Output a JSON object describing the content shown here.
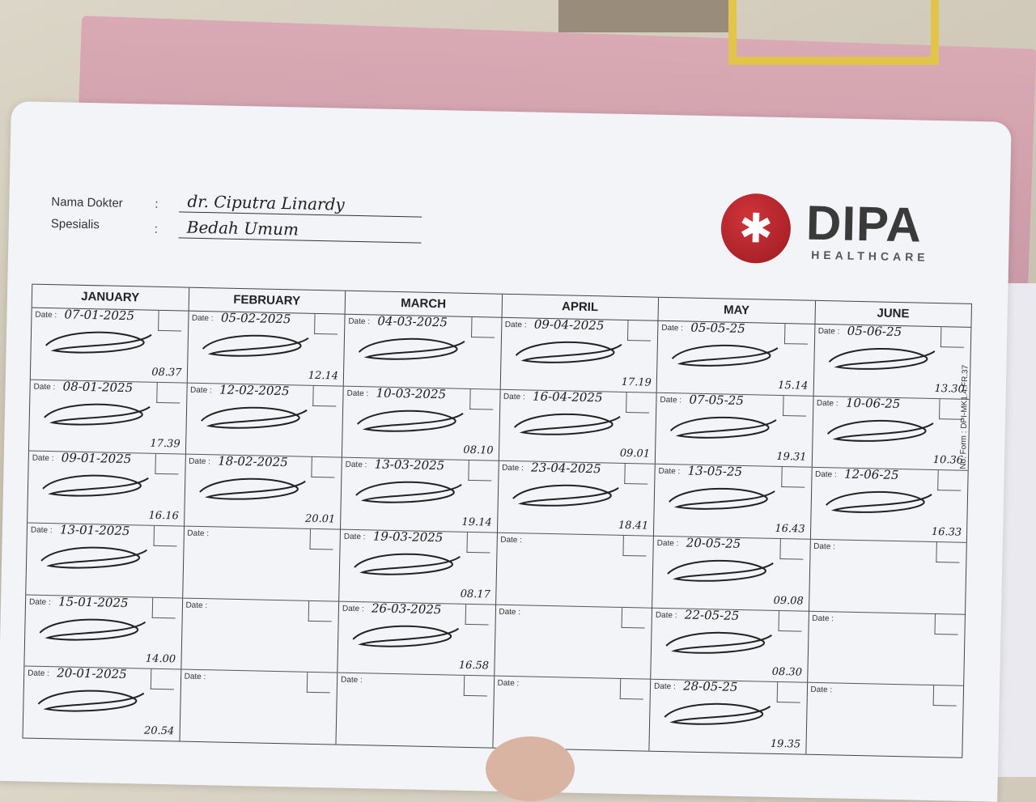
{
  "header": {
    "doctor_label": "Nama Dokter",
    "doctor_colon": ":",
    "doctor_name": "dr. Ciputra Linardy",
    "specialist_label": "Spesialis",
    "specialist_colon": ":",
    "specialist_value": "Bedah Umum"
  },
  "logo": {
    "name": "DIPA",
    "subtitle": "HEALTHCARE"
  },
  "form_number": "No. Form : DPI-MK1.4.FR.37",
  "date_label": "Date :",
  "months": [
    {
      "name": "JANUARY",
      "slots": [
        {
          "date": "07-01-2025",
          "time": "08.37",
          "signed": true
        },
        {
          "date": "08-01-2025",
          "time": "17.39",
          "signed": true
        },
        {
          "date": "09-01-2025",
          "time": "16.16",
          "signed": true
        },
        {
          "date": "13-01-2025",
          "time": "",
          "signed": true
        },
        {
          "date": "15-01-2025",
          "time": "14.00",
          "signed": true
        },
        {
          "date": "20-01-2025",
          "time": "20.54",
          "signed": true
        }
      ]
    },
    {
      "name": "FEBRUARY",
      "slots": [
        {
          "date": "05-02-2025",
          "time": "12.14",
          "signed": true
        },
        {
          "date": "12-02-2025",
          "time": "",
          "signed": true
        },
        {
          "date": "18-02-2025",
          "time": "20.01",
          "signed": true
        },
        {
          "date": "",
          "time": "",
          "signed": false
        },
        {
          "date": "",
          "time": "",
          "signed": false
        },
        {
          "date": "",
          "time": "",
          "signed": false
        }
      ]
    },
    {
      "name": "MARCH",
      "slots": [
        {
          "date": "04-03-2025",
          "time": "",
          "signed": true
        },
        {
          "date": "10-03-2025",
          "time": "08.10",
          "signed": true
        },
        {
          "date": "13-03-2025",
          "time": "19.14",
          "signed": true
        },
        {
          "date": "19-03-2025",
          "time": "08.17",
          "signed": true
        },
        {
          "date": "26-03-2025",
          "time": "16.58",
          "signed": true
        },
        {
          "date": "",
          "time": "",
          "signed": false
        }
      ]
    },
    {
      "name": "APRIL",
      "slots": [
        {
          "date": "09-04-2025",
          "time": "17.19",
          "signed": true
        },
        {
          "date": "16-04-2025",
          "time": "09.01",
          "signed": true
        },
        {
          "date": "23-04-2025",
          "time": "18.41",
          "signed": true
        },
        {
          "date": "",
          "time": "",
          "signed": false
        },
        {
          "date": "",
          "time": "",
          "signed": false
        },
        {
          "date": "",
          "time": "",
          "signed": false
        }
      ]
    },
    {
      "name": "MAY",
      "slots": [
        {
          "date": "05-05-25",
          "time": "15.14",
          "signed": true
        },
        {
          "date": "07-05-25",
          "time": "19.31",
          "signed": true
        },
        {
          "date": "13-05-25",
          "time": "16.43",
          "signed": true
        },
        {
          "date": "20-05-25",
          "time": "09.08",
          "signed": true
        },
        {
          "date": "22-05-25",
          "time": "08.30",
          "signed": true
        },
        {
          "date": "28-05-25",
          "time": "19.35",
          "signed": true
        }
      ]
    },
    {
      "name": "JUNE",
      "slots": [
        {
          "date": "05-06-25",
          "time": "13.30",
          "signed": true
        },
        {
          "date": "10-06-25",
          "time": "10.36",
          "signed": true
        },
        {
          "date": "12-06-25",
          "time": "16.33",
          "signed": true
        },
        {
          "date": "",
          "time": "",
          "signed": false
        },
        {
          "date": "",
          "time": "",
          "signed": false
        },
        {
          "date": "",
          "time": "",
          "signed": false
        }
      ]
    }
  ]
}
